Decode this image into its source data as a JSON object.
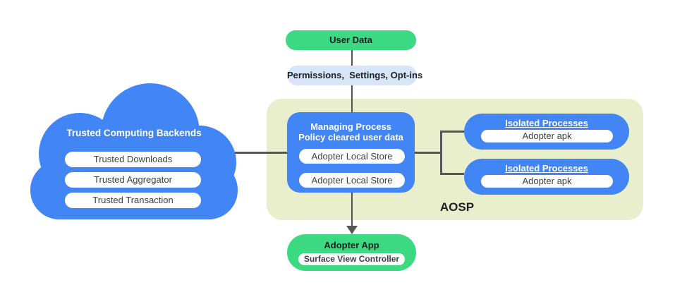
{
  "colors": {
    "blue": "#4285f4",
    "green": "#3bd981",
    "pale_blue": "#d6e6f8",
    "aosp_background": "#e9efcc",
    "connector_line": "#555555",
    "dark_text": "#202124",
    "pill_text": "#3c4043"
  },
  "user_data": {
    "label": "User Data"
  },
  "permissions": {
    "label": "Permissions,  Settings, Opt-ins"
  },
  "cloud": {
    "title": "Trusted Computing Backends",
    "items": [
      "Trusted Downloads",
      "Trusted Aggregator",
      "Trusted Transaction"
    ]
  },
  "aosp": {
    "label": "AOSP",
    "managing_process": {
      "title_line1": "Managing Process",
      "title_line2": "Policy cleared user data",
      "stores": [
        "Adopter Local Store",
        "Adopter Local Store"
      ]
    },
    "isolated_processes": [
      {
        "title": "Isolated Processes",
        "item": "Adopter apk"
      },
      {
        "title": "Isolated Processes",
        "item": "Adopter apk"
      }
    ]
  },
  "adopter_app": {
    "title": "Adopter App",
    "item": "Surface View Controller"
  }
}
